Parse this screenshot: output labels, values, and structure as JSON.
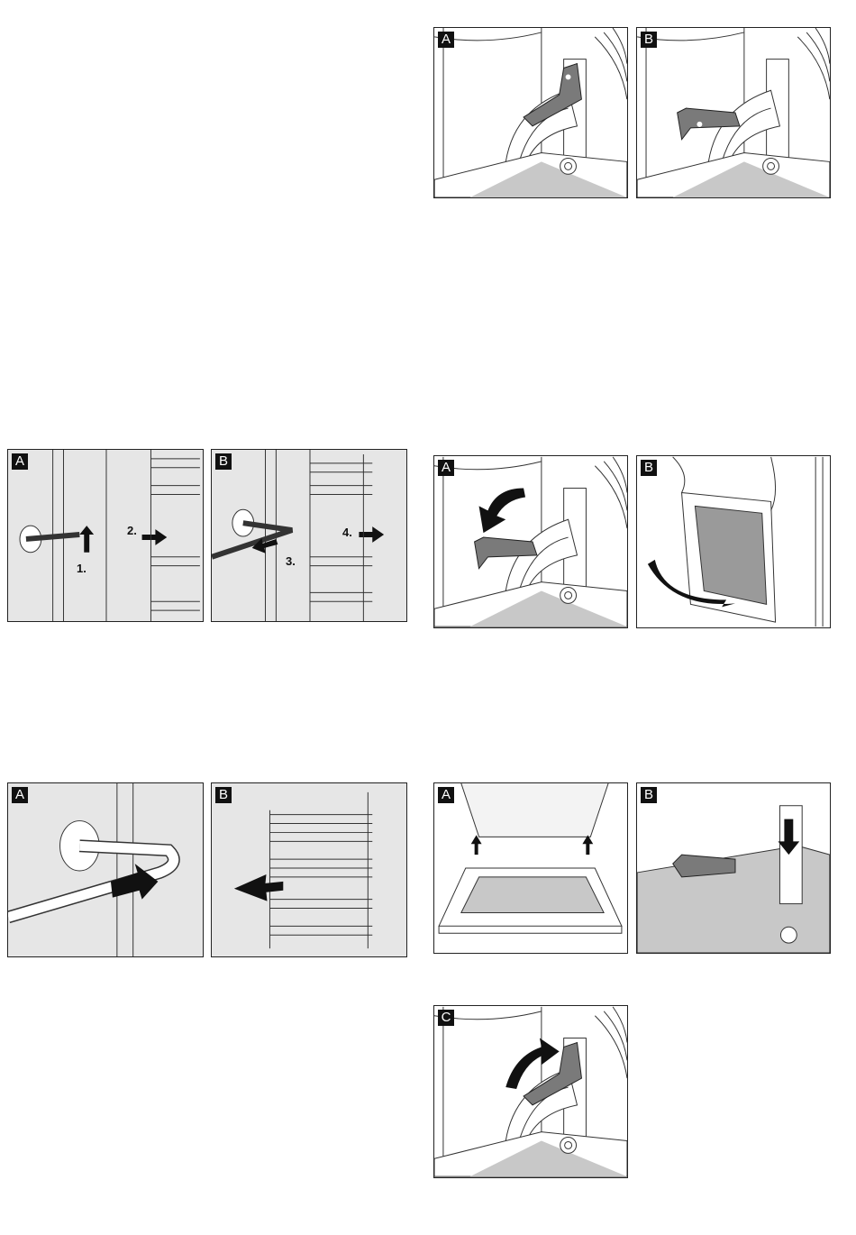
{
  "figures": {
    "hinge_lock": {
      "panels": [
        {
          "label": "A"
        },
        {
          "label": "B"
        }
      ]
    },
    "rail_removal": {
      "panels": [
        {
          "label": "A",
          "steps": [
            "1.",
            "2."
          ]
        },
        {
          "label": "B",
          "steps": [
            "3.",
            "4."
          ]
        }
      ]
    },
    "door_removal": {
      "panels": [
        {
          "label": "A"
        },
        {
          "label": "B"
        }
      ]
    },
    "rail_fitting": {
      "panels": [
        {
          "label": "A"
        },
        {
          "label": "B"
        }
      ]
    },
    "door_fitting": {
      "panels": [
        {
          "label": "A"
        },
        {
          "label": "B"
        }
      ]
    },
    "hinge_close": {
      "panels": [
        {
          "label": "C"
        }
      ]
    }
  },
  "colors": {
    "lever": "#7a7a7a",
    "floor": "#c8c8c8",
    "panel_bg": "#e6e6e6"
  }
}
